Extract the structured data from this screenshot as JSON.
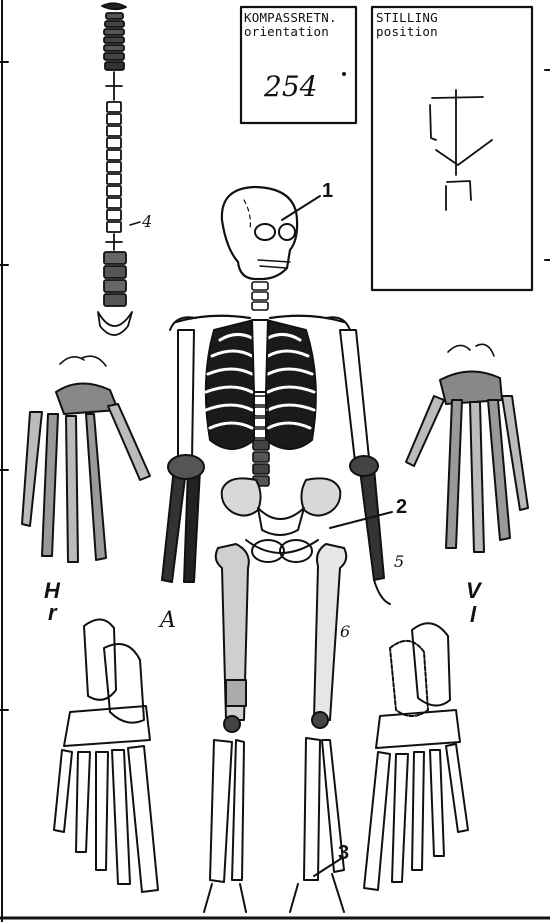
{
  "orientation_box": {
    "title_no": "KOMPASSRETN.",
    "title_en": "orientation",
    "value": "254",
    "degree_mark": "°"
  },
  "position_box": {
    "title_no": "STILLING",
    "title_en": "position"
  },
  "labels": {
    "skull": "1",
    "pelvis": "2",
    "foot": "3",
    "spine": "4",
    "left_forearm": "5",
    "right_forearm": "A",
    "femur_mark": "6",
    "right_hand_letter": "H",
    "right_hand_sub": "r",
    "left_hand_letter": "V",
    "left_hand_sub": "l"
  }
}
